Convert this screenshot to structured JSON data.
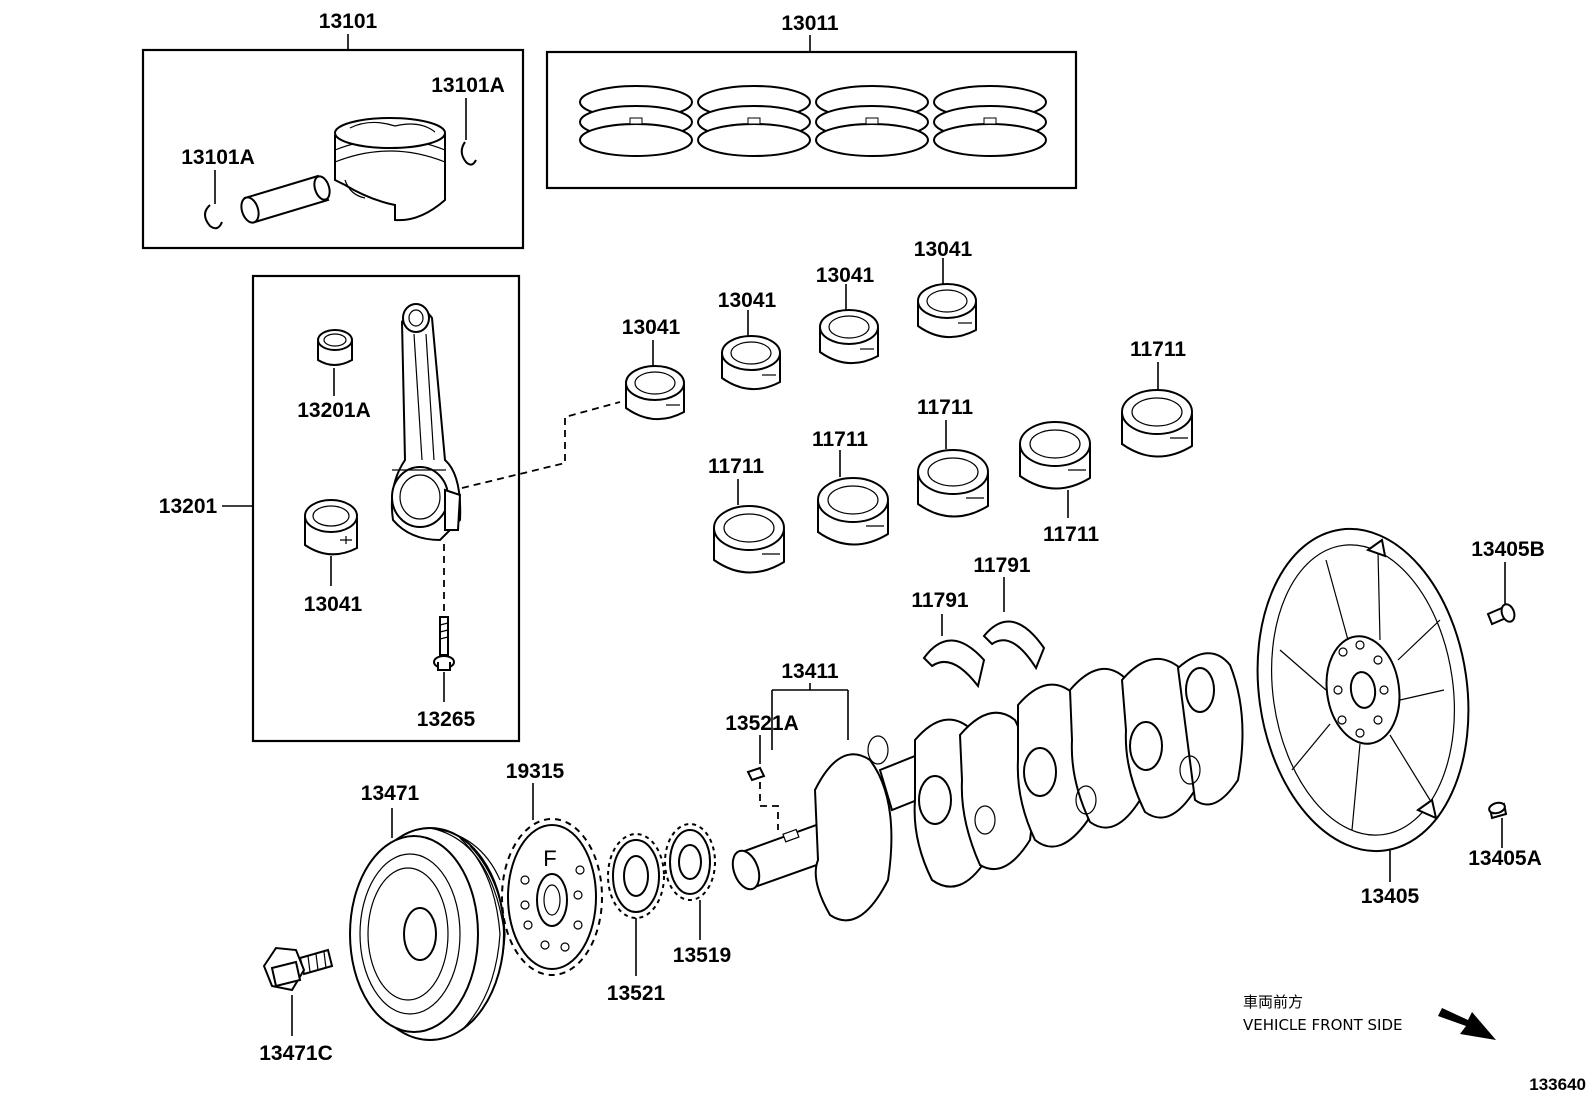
{
  "parts": {
    "p13101": "13101",
    "p13101a_right": "13101A",
    "p13101a_left": "13101A",
    "p13011": "13011",
    "p13201": "13201",
    "p13201a": "13201A",
    "p13041_rod": "13041",
    "p13265": "13265",
    "p13041_a": "13041",
    "p13041_b": "13041",
    "p13041_c": "13041",
    "p13041_d": "13041",
    "p11711_top": "11711",
    "p11711_a": "11711",
    "p11711_b": "11711",
    "p11711_c": "11711",
    "p11711_d": "11711",
    "p11791_a": "11791",
    "p11791_b": "11791",
    "p13405b": "13405B",
    "p13405a": "13405A",
    "p13405": "13405",
    "p13411": "13411",
    "p13521a": "13521A",
    "p19315": "19315",
    "p13471": "13471",
    "p13521": "13521",
    "p13519": "13519",
    "p13471c": "13471C"
  },
  "orientation": {
    "jp_label": "車両前方",
    "en_label": "VEHICLE FRONT SIDE"
  },
  "illustration_id": "133640"
}
